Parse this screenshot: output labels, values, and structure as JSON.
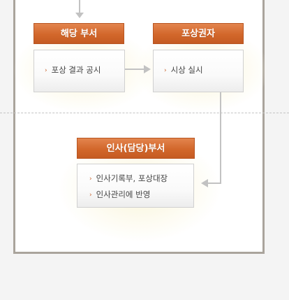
{
  "nodes": {
    "dept": {
      "title": "해당 부서",
      "items": [
        "포상 결과 공시"
      ]
    },
    "awardee": {
      "title": "포상권자",
      "items": [
        "시상 실시"
      ]
    },
    "hr": {
      "title": "인사(담당)부서",
      "items": [
        "인사기록부, 포상대장",
        "인사관리에 반영"
      ]
    }
  },
  "icons": {
    "bullet": "chevron-right-icon",
    "arrow": "arrow-icon"
  },
  "colors": {
    "header_accent": "#d2672b",
    "arrow": "#c2c2c2",
    "frame_border": "#aaa49c",
    "bullet": "#c8612a"
  }
}
